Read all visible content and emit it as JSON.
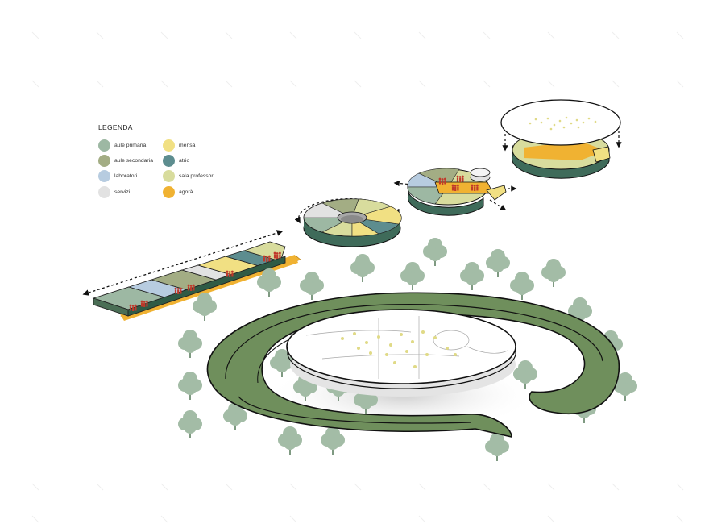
{
  "legend": {
    "title": "LEGENDA",
    "items": [
      {
        "label": "aule primaria",
        "color": "#9db8a3"
      },
      {
        "label": "aule secondaria",
        "color": "#a3ad84"
      },
      {
        "label": "laboratori",
        "color": "#b7cce0"
      },
      {
        "label": "servizi",
        "color": "#e2e2e2"
      },
      {
        "label": "mensa",
        "color": "#f1e083"
      },
      {
        "label": "atrio",
        "color": "#5d8d8f"
      },
      {
        "label": "sala professori",
        "color": "#d8dc9d"
      },
      {
        "label": "agorà",
        "color": "#f0b232"
      }
    ]
  },
  "palette": {
    "ring_green": "#6f8f5c",
    "tree_green": "#a3bca6",
    "person_red": "#c0392b",
    "agora_orange": "#f0b232",
    "outline": "#111111"
  }
}
